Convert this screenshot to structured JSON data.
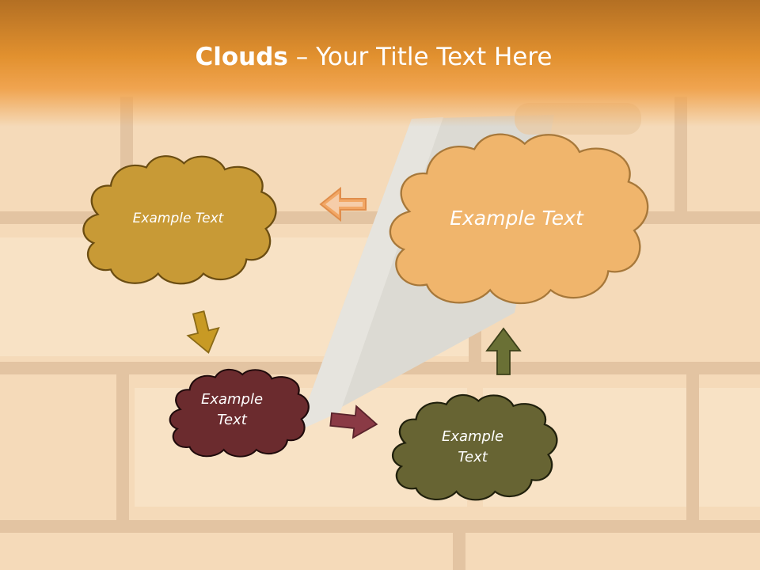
{
  "title": {
    "bold": "Clouds",
    "dash": " – ",
    "rest": "Your Title Text Here"
  },
  "colors": {
    "header": "#e2912f",
    "cloud_gold": "#c89a36",
    "cloud_peach": "#f0b56c",
    "cloud_maroon": "#6b2b2e",
    "cloud_olive": "#676433",
    "arrow_peach": "#f2a765",
    "arrow_gold": "#c89a24",
    "arrow_maroon": "#8a3a45",
    "arrow_olive": "#6a7035"
  },
  "clouds": {
    "top_left": {
      "label": "Example Text"
    },
    "top_right": {
      "label": "Example Text"
    },
    "bottom_left": {
      "label_line1": "Example",
      "label_line2": "Text"
    },
    "bottom_right": {
      "label_line1": "Example",
      "label_line2": "Text"
    }
  },
  "arrows": [
    "arrow-left",
    "arrow-down",
    "arrow-right",
    "arrow-up"
  ]
}
